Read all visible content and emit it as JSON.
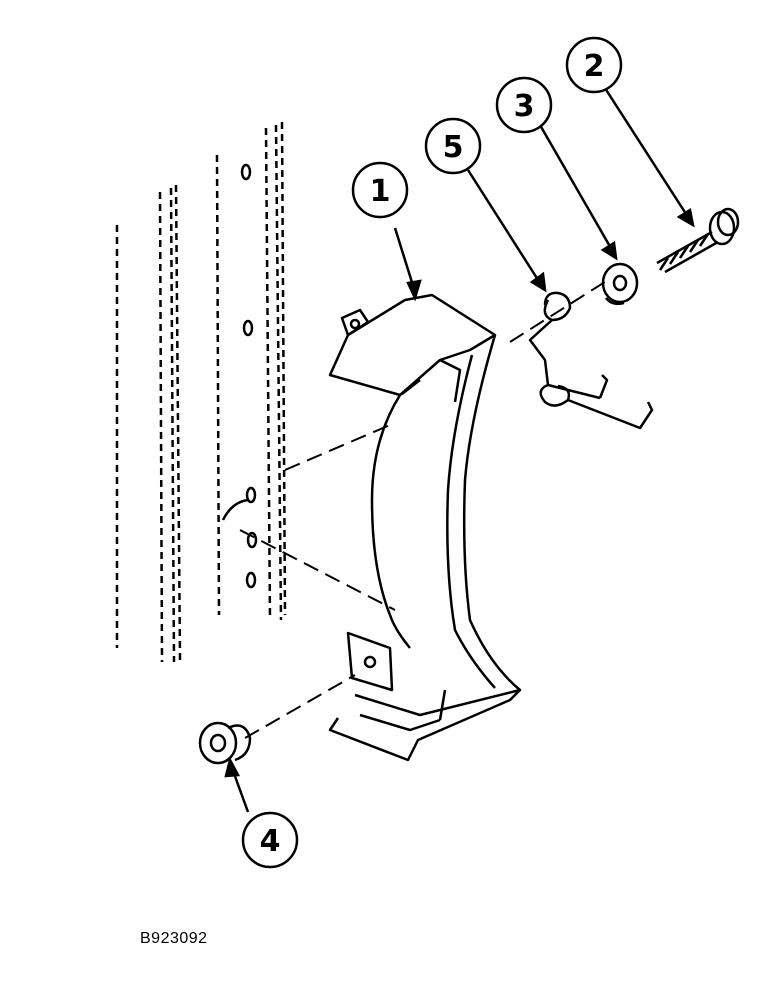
{
  "callouts": [
    {
      "id": "1",
      "text": "1"
    },
    {
      "id": "2",
      "text": "2"
    },
    {
      "id": "3",
      "text": "3"
    },
    {
      "id": "4",
      "text": "4"
    },
    {
      "id": "5",
      "text": "5"
    }
  ],
  "figure_id": "B923092"
}
